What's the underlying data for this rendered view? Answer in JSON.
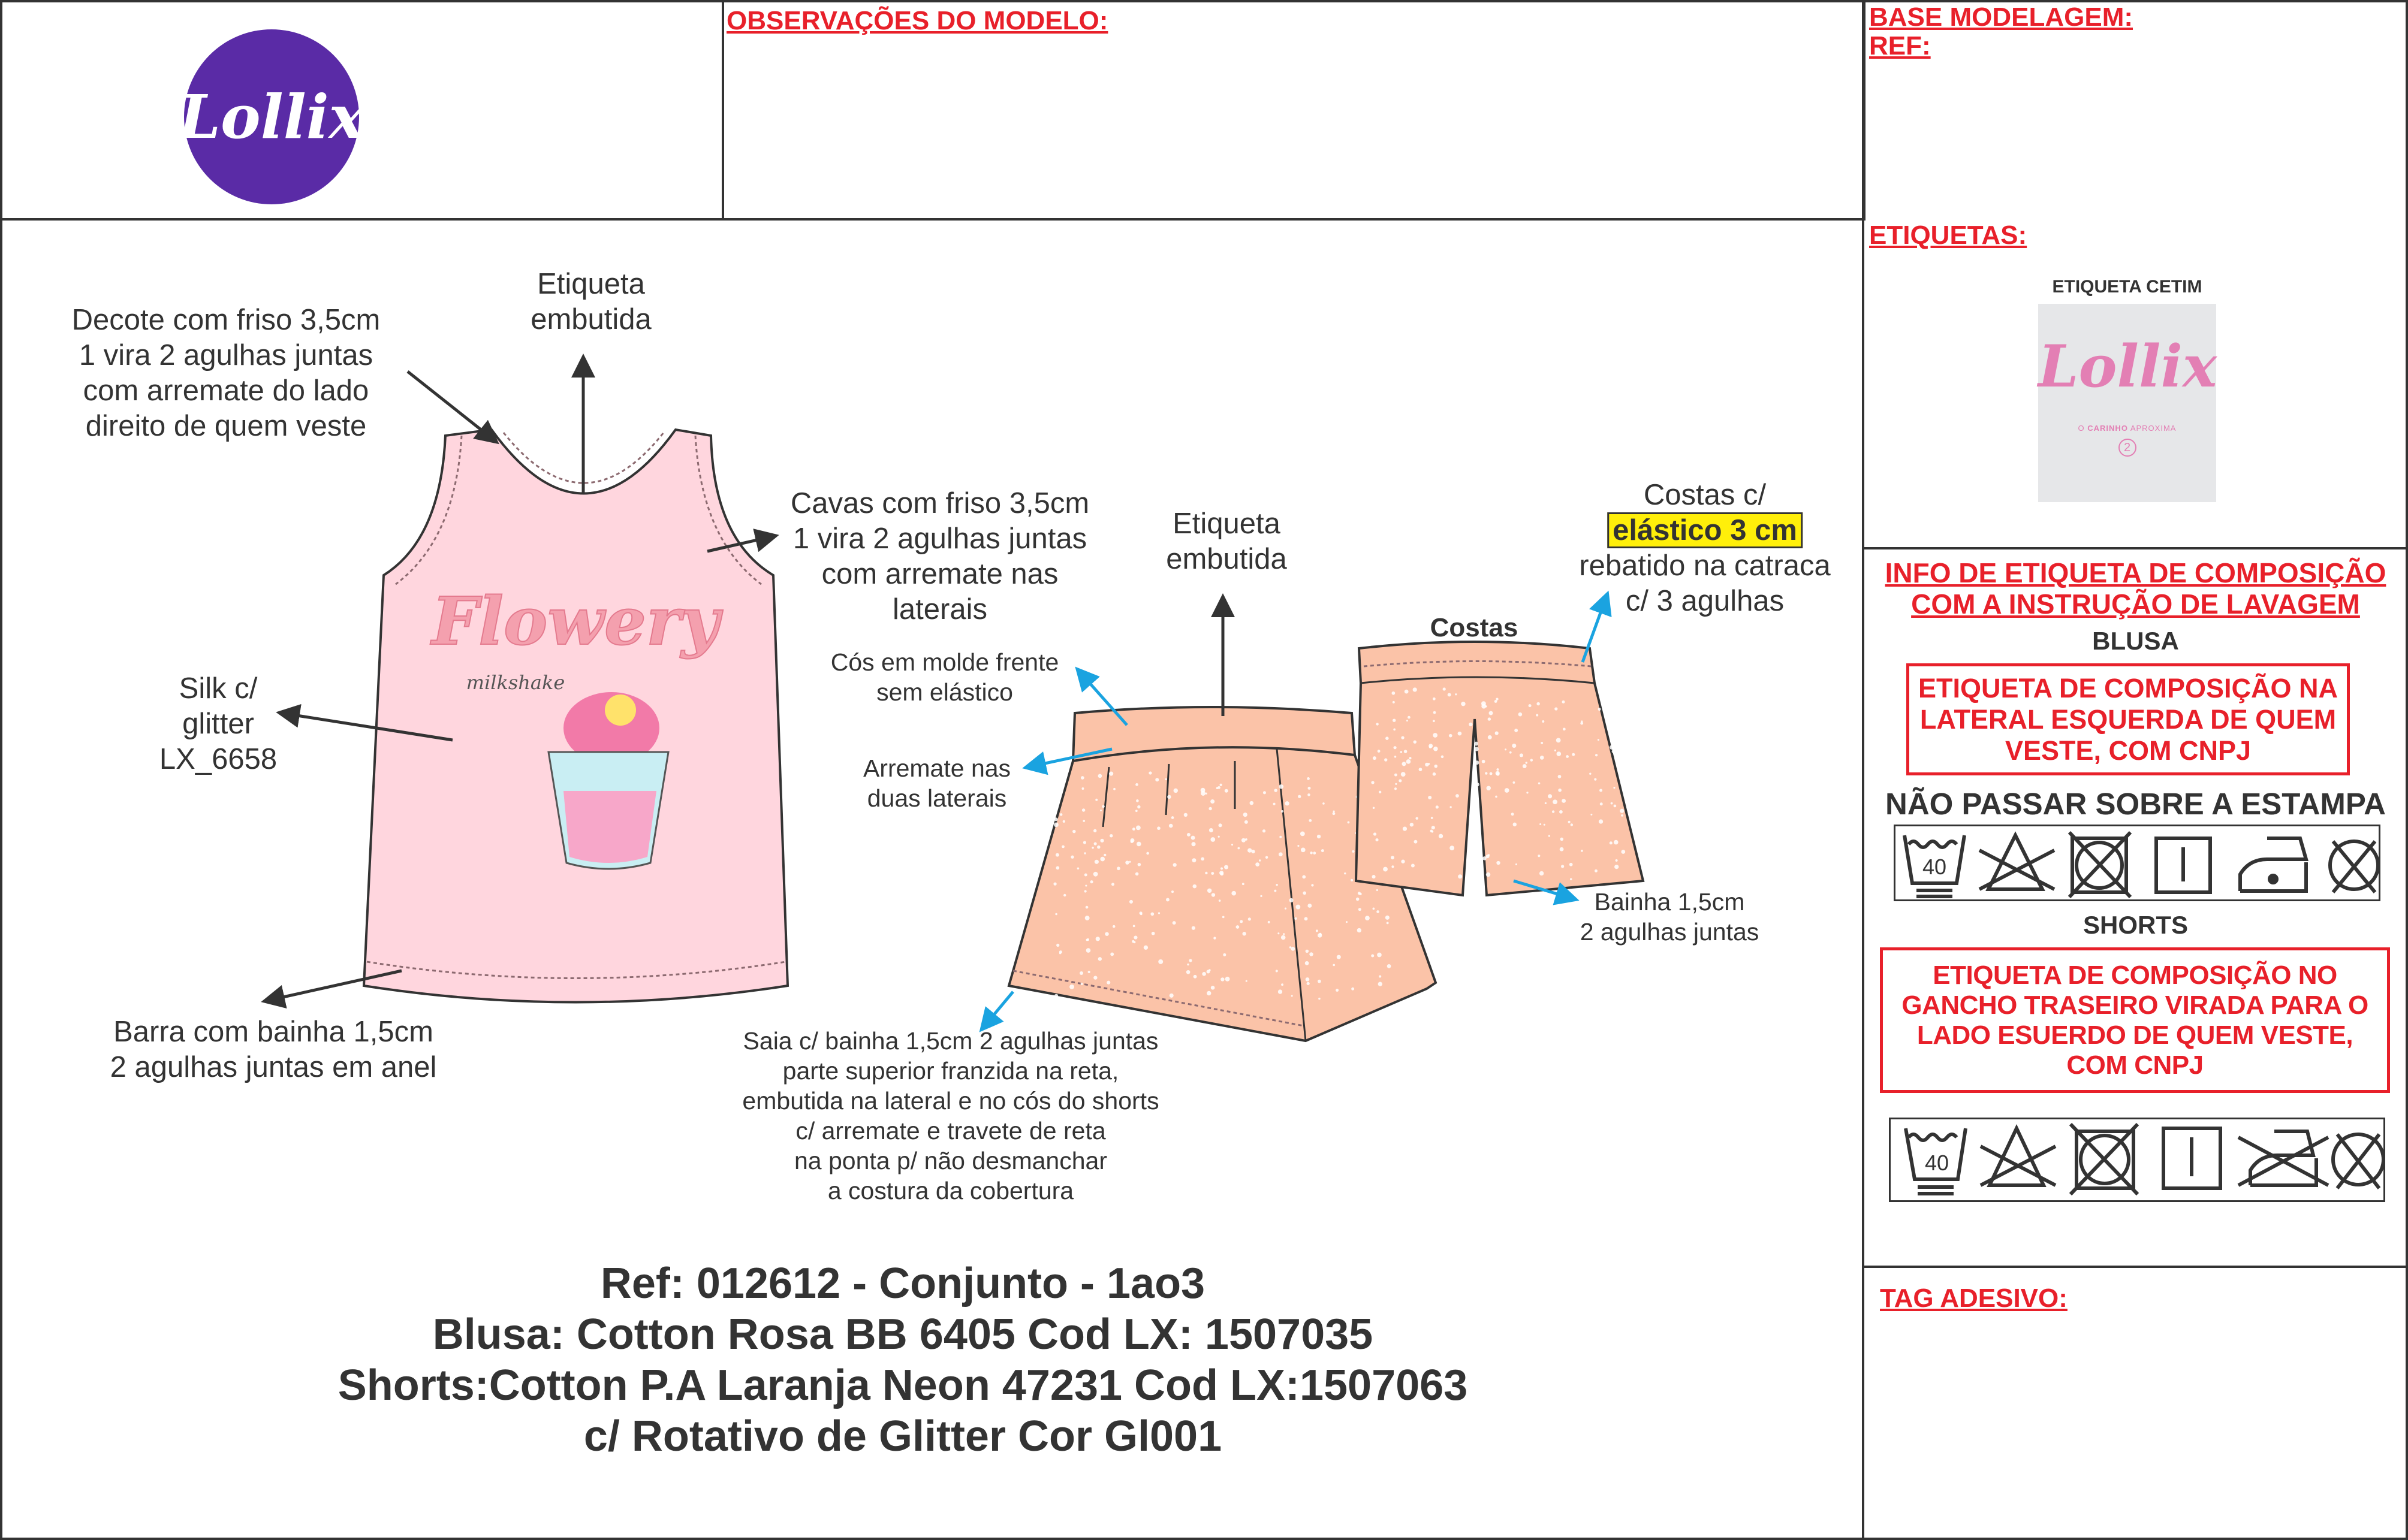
{
  "header": {
    "logo_text": "Lollix",
    "observacoes_label": "OBSERVAÇÕES DO MODELO:",
    "base_modelagem_label": "BASE MODELAGEM:",
    "ref_label": "REF:"
  },
  "annotations": {
    "decote": [
      "Decote com friso 3,5cm",
      "1 vira 2 agulhas juntas",
      "com arremate do lado",
      "direito de quem veste"
    ],
    "etiqueta_blusa": [
      "Etiqueta",
      "embutida"
    ],
    "cavas": [
      "Cavas com friso 3,5cm",
      "1 vira 2 agulhas juntas",
      "com arremate nas",
      "laterais"
    ],
    "silk": [
      "Silk c/",
      "glitter",
      "LX_6658"
    ],
    "barra": [
      "Barra com bainha 1,5cm",
      "2 agulhas juntas em anel"
    ],
    "etiqueta_shorts": [
      "Etiqueta",
      "embutida"
    ],
    "cos": [
      "Cós em molde frente",
      "sem elástico"
    ],
    "arremate": [
      "Arremate nas",
      "duas laterais"
    ],
    "saia": [
      "Saia c/ bainha 1,5cm 2 agulhas juntas",
      "parte superior franzida na reta,",
      "embutida na lateral e no cós do shorts",
      "c/ arremate e travete de reta",
      "na ponta p/ não desmanchar",
      "a costura da cobertura"
    ],
    "costas_label": "Costas",
    "costas": {
      "line1": "Costas c/",
      "highlight": "elástico 3 cm",
      "line3": "rebatido na catraca",
      "line4": "c/ 3 agulhas"
    },
    "bainha": [
      "Bainha 1,5cm",
      "2 agulhas juntas"
    ]
  },
  "print_art": {
    "title": "Flowery",
    "subtitle": "milkshake"
  },
  "product_title": [
    "Ref: 012612 - Conjunto - 1ao3",
    "Blusa: Cotton Rosa BB 6405 Cod LX: 1507035",
    "Shorts:Cotton P.A Laranja Neon 47231 Cod LX:1507063",
    "c/ Rotativo de Glitter Cor Gl001"
  ],
  "sidebar": {
    "etiquetas_label": "ETIQUETAS:",
    "cetim_label": "ETIQUETA CETIM",
    "cetim_logo": "Lollix",
    "cetim_tagline_pre": "O ",
    "cetim_tagline_bold": "CARINHO",
    "cetim_tagline_post": " APROXIMA",
    "cetim_size": "2",
    "info_lines": [
      "INFO DE ETIQUETA DE COMPOSIÇÃO",
      "COM A INSTRUÇÃO DE LAVAGEM"
    ],
    "blusa_label": "BLUSA",
    "blusa_box": "ETIQUETA DE COMPOSIÇÃO NA LATERAL ESQUERDA DE QUEM VESTE, COM CNPJ",
    "nao_passar": "NÃO PASSAR SOBRE A ESTAMPA",
    "shorts_label": "SHORTS",
    "shorts_box": "ETIQUETA DE COMPOSIÇÃO NO GANCHO TRASEIRO VIRADA PARA O LADO ESUERDO DE QUEM VESTE, COM CNPJ",
    "wash_temp": "40",
    "tag_adesivo_label": "TAG ADESIVO:"
  },
  "colors": {
    "accent_red": "#e8202a",
    "logo_purple": "#5a2ba6",
    "top_pink": "#ffd6de",
    "shorts_peach": "#fbc3a8",
    "highlight": "#ffef0a"
  }
}
